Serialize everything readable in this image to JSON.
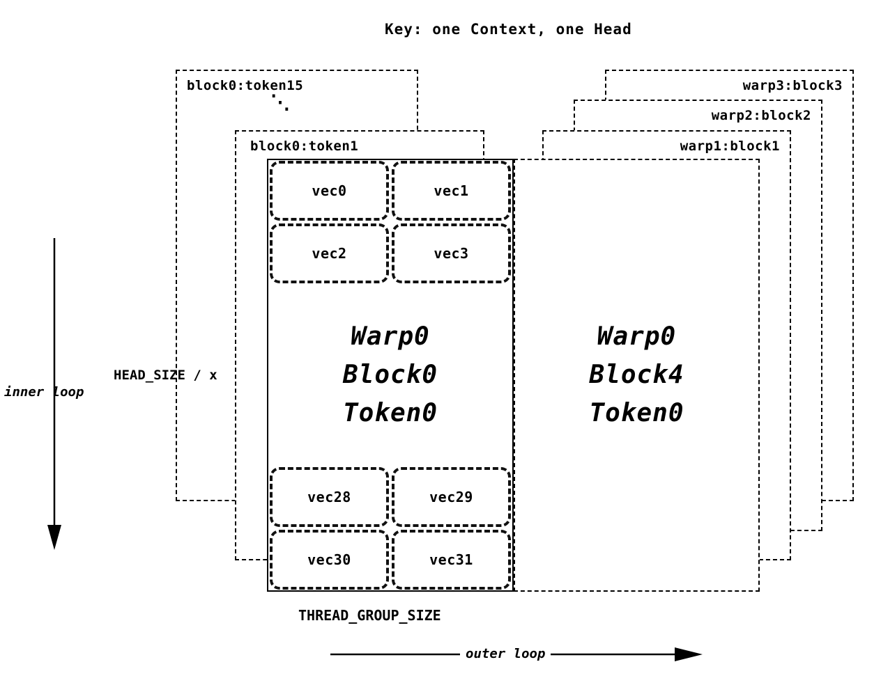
{
  "title": "Key: one Context, one Head",
  "left_stack": {
    "outer_label": "block0:token15",
    "dots": "⋱",
    "inner_label": "block0:token1"
  },
  "right_stack": {
    "labels": [
      "warp3:block3",
      "warp2:block2",
      "warp1:block1"
    ]
  },
  "main_block": {
    "top_vecs": [
      "vec0",
      "vec1",
      "vec2",
      "vec3"
    ],
    "center_lines": [
      "Warp0",
      "Block0",
      "Token0"
    ],
    "bottom_vecs": [
      "vec28",
      "vec29",
      "vec30",
      "vec31"
    ]
  },
  "right_block": {
    "center_lines": [
      "Warp0",
      "Block4",
      "Token0"
    ]
  },
  "labels": {
    "inner_loop": "inner loop",
    "outer_loop": "outer loop",
    "head_size": "HEAD_SIZE / x",
    "thread_group_size": "THREAD_GROUP_SIZE"
  }
}
